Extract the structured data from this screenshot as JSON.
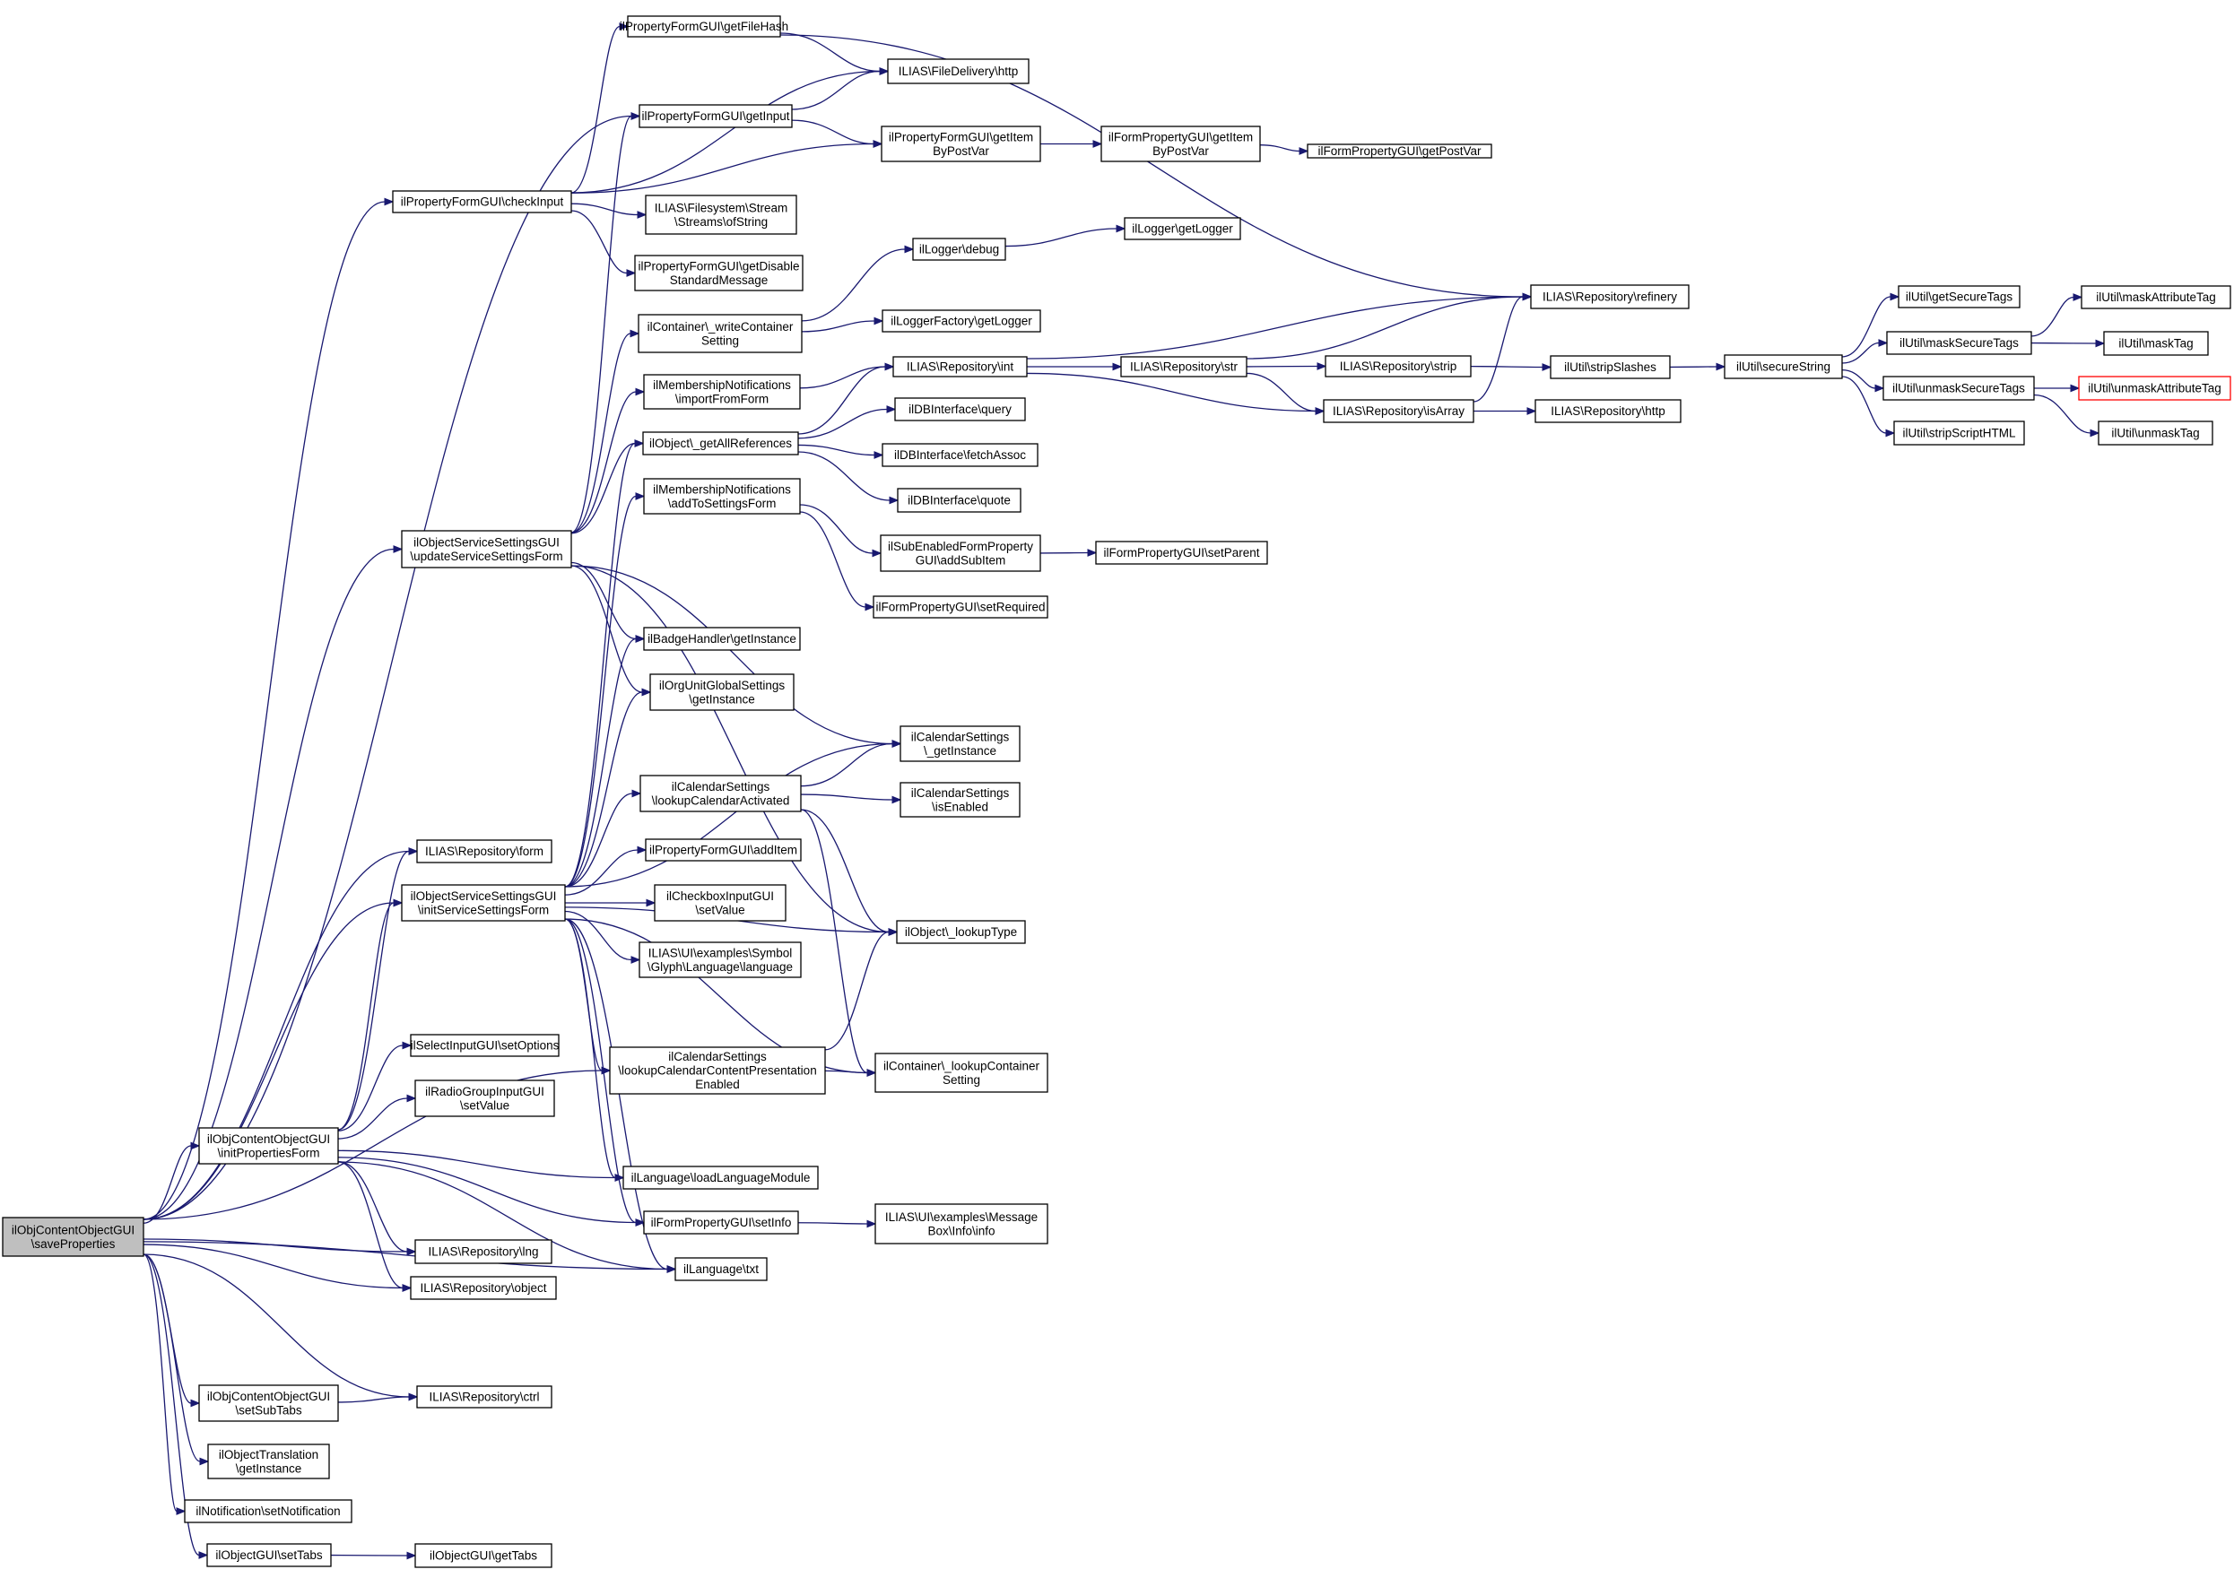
{
  "diagram": {
    "type": "call-graph",
    "root": "n_root",
    "colors": {
      "edge": "#191970",
      "root_fill": "#bfbfbf",
      "node_border": "#000000",
      "external_border": "#ff0000"
    },
    "nodes": [
      {
        "id": "n_root",
        "lines": [
          "ilObjContentObjectGUI",
          "\\saveProperties"
        ],
        "style": "root"
      },
      {
        "id": "n_pfgfh",
        "lines": [
          "ilPropertyFormGUI\\getFileHash"
        ]
      },
      {
        "id": "n_fdhttp",
        "lines": [
          "ILIAS\\FileDelivery\\http"
        ]
      },
      {
        "id": "n_pfgin",
        "lines": [
          "ilPropertyFormGUI\\getInput"
        ]
      },
      {
        "id": "n_pfgitem",
        "lines": [
          "ilPropertyFormGUI\\getItem",
          "ByPostVar"
        ]
      },
      {
        "id": "n_fpgitem",
        "lines": [
          "ilFormPropertyGUI\\getItem",
          "ByPostVar"
        ]
      },
      {
        "id": "n_fpgpv",
        "lines": [
          "ilFormPropertyGUI\\getPostVar"
        ]
      },
      {
        "id": "n_pfgchk",
        "lines": [
          "ilPropertyFormGUI\\checkInput"
        ]
      },
      {
        "id": "n_fsstream",
        "lines": [
          "ILIAS\\Filesystem\\Stream",
          "\\Streams\\ofString"
        ]
      },
      {
        "id": "n_pfgdisable",
        "lines": [
          "ilPropertyFormGUI\\getDisable",
          "StandardMessage"
        ]
      },
      {
        "id": "n_logdebug",
        "lines": [
          "ilLogger\\debug"
        ]
      },
      {
        "id": "n_loggetlog",
        "lines": [
          "ilLogger\\getLogger"
        ]
      },
      {
        "id": "n_contwrite",
        "lines": [
          "ilContainer\\_writeContainer",
          "Setting"
        ]
      },
      {
        "id": "n_logfactory",
        "lines": [
          "ilLoggerFactory\\getLogger"
        ]
      },
      {
        "id": "n_refinery",
        "lines": [
          "ILIAS\\Repository\\refinery"
        ]
      },
      {
        "id": "n_memimport",
        "lines": [
          "ilMembershipNotifications",
          "\\importFromForm"
        ]
      },
      {
        "id": "n_repoint",
        "lines": [
          "ILIAS\\Repository\\int"
        ]
      },
      {
        "id": "n_repostr",
        "lines": [
          "ILIAS\\Repository\\str"
        ]
      },
      {
        "id": "n_repostrip",
        "lines": [
          "ILIAS\\Repository\\strip"
        ]
      },
      {
        "id": "n_stripslashes",
        "lines": [
          "ilUtil\\stripSlashes"
        ]
      },
      {
        "id": "n_securestring",
        "lines": [
          "ilUtil\\secureString"
        ]
      },
      {
        "id": "n_getsecuretags",
        "lines": [
          "ilUtil\\getSecureTags"
        ]
      },
      {
        "id": "n_masksecuretags",
        "lines": [
          "ilUtil\\maskSecureTags"
        ]
      },
      {
        "id": "n_maskattr",
        "lines": [
          "ilUtil\\maskAttributeTag"
        ]
      },
      {
        "id": "n_masktag",
        "lines": [
          "ilUtil\\maskTag"
        ]
      },
      {
        "id": "n_unmasksecure",
        "lines": [
          "ilUtil\\unmaskSecureTags"
        ]
      },
      {
        "id": "n_unmaskattr",
        "lines": [
          "ilUtil\\unmaskAttributeTag"
        ],
        "style": "external"
      },
      {
        "id": "n_unmasktag",
        "lines": [
          "ilUtil\\unmaskTag"
        ]
      },
      {
        "id": "n_stripscript",
        "lines": [
          "ilUtil\\stripScriptHTML"
        ]
      },
      {
        "id": "n_objallrefs",
        "lines": [
          "ilObject\\_getAllReferences"
        ]
      },
      {
        "id": "n_dbquery",
        "lines": [
          "ilDBInterface\\query"
        ]
      },
      {
        "id": "n_repoisarray",
        "lines": [
          "ILIAS\\Repository\\isArray"
        ]
      },
      {
        "id": "n_repohttp",
        "lines": [
          "ILIAS\\Repository\\http"
        ]
      },
      {
        "id": "n_dbfetch",
        "lines": [
          "ilDBInterface\\fetchAssoc"
        ]
      },
      {
        "id": "n_dbquote",
        "lines": [
          "ilDBInterface\\quote"
        ]
      },
      {
        "id": "n_memadd",
        "lines": [
          "ilMembershipNotifications",
          "\\addToSettingsForm"
        ]
      },
      {
        "id": "n_subenabled",
        "lines": [
          "ilSubEnabledFormProperty",
          "GUI\\addSubItem"
        ]
      },
      {
        "id": "n_fpgparent",
        "lines": [
          "ilFormPropertyGUI\\setParent"
        ]
      },
      {
        "id": "n_oss_update",
        "lines": [
          "ilObjectServiceSettingsGUI",
          "\\updateServiceSettingsForm"
        ]
      },
      {
        "id": "n_fpgreq",
        "lines": [
          "ilFormPropertyGUI\\setRequired"
        ]
      },
      {
        "id": "n_badge",
        "lines": [
          "ilBadgeHandler\\getInstance"
        ]
      },
      {
        "id": "n_orgunit",
        "lines": [
          "ilOrgUnitGlobalSettings",
          "\\getInstance"
        ]
      },
      {
        "id": "n_calinst",
        "lines": [
          "ilCalendarSettings",
          "\\_getInstance"
        ]
      },
      {
        "id": "n_callookup",
        "lines": [
          "ilCalendarSettings",
          "\\lookupCalendarActivated"
        ]
      },
      {
        "id": "n_calenabled",
        "lines": [
          "ilCalendarSettings",
          "\\isEnabled"
        ]
      },
      {
        "id": "n_repoform",
        "lines": [
          "ILIAS\\Repository\\form"
        ]
      },
      {
        "id": "n_pfgadd",
        "lines": [
          "ilPropertyFormGUI\\addItem"
        ]
      },
      {
        "id": "n_oss_init",
        "lines": [
          "ilObjectServiceSettingsGUI",
          "\\initServiceSettingsForm"
        ]
      },
      {
        "id": "n_cbset",
        "lines": [
          "ilCheckboxInputGUI",
          "\\setValue"
        ]
      },
      {
        "id": "n_lookuptype",
        "lines": [
          "ilObject\\_lookupType"
        ]
      },
      {
        "id": "n_glyphlang",
        "lines": [
          "ILIAS\\UI\\examples\\Symbol",
          "\\Glyph\\Language\\language"
        ]
      },
      {
        "id": "n_selopt",
        "lines": [
          "ilSelectInputGUI\\setOptions"
        ]
      },
      {
        "id": "n_calpres",
        "lines": [
          "ilCalendarSettings",
          "\\lookupCalendarContentPresentation",
          "Enabled"
        ]
      },
      {
        "id": "n_contlookup",
        "lines": [
          "ilContainer\\_lookupContainer",
          "Setting"
        ]
      },
      {
        "id": "n_radioset",
        "lines": [
          "ilRadioGroupInputGUI",
          "\\setValue"
        ]
      },
      {
        "id": "n_initprops",
        "lines": [
          "ilObjContentObjectGUI",
          "\\initPropertiesForm"
        ]
      },
      {
        "id": "n_loadlang",
        "lines": [
          "ilLanguage\\loadLanguageModule"
        ]
      },
      {
        "id": "n_fpginfo",
        "lines": [
          "ilFormPropertyGUI\\setInfo"
        ]
      },
      {
        "id": "n_msginfo",
        "lines": [
          "ILIAS\\UI\\examples\\Message",
          "Box\\Info\\info"
        ]
      },
      {
        "id": "n_repolng",
        "lines": [
          "ILIAS\\Repository\\lng"
        ]
      },
      {
        "id": "n_langtxt",
        "lines": [
          "ilLanguage\\txt"
        ]
      },
      {
        "id": "n_repoobj",
        "lines": [
          "ILIAS\\Repository\\object"
        ]
      },
      {
        "id": "n_subtabs",
        "lines": [
          "ilObjContentObjectGUI",
          "\\setSubTabs"
        ]
      },
      {
        "id": "n_repoctrl",
        "lines": [
          "ILIAS\\Repository\\ctrl"
        ]
      },
      {
        "id": "n_objtrans",
        "lines": [
          "ilObjectTranslation",
          "\\getInstance"
        ]
      },
      {
        "id": "n_notif",
        "lines": [
          "ilNotification\\setNotification"
        ]
      },
      {
        "id": "n_settabs",
        "lines": [
          "ilObjectGUI\\setTabs"
        ]
      },
      {
        "id": "n_gettabs",
        "lines": [
          "ilObjectGUI\\getTabs"
        ]
      }
    ],
    "edges": [
      [
        "n_root",
        "n_pfgin"
      ],
      [
        "n_root",
        "n_pfgchk"
      ],
      [
        "n_root",
        "n_oss_update"
      ],
      [
        "n_root",
        "n_repoform"
      ],
      [
        "n_root",
        "n_oss_init"
      ],
      [
        "n_root",
        "n_initprops"
      ],
      [
        "n_root",
        "n_calpres"
      ],
      [
        "n_root",
        "n_repolng"
      ],
      [
        "n_root",
        "n_repoobj"
      ],
      [
        "n_root",
        "n_langtxt"
      ],
      [
        "n_root",
        "n_repoctrl"
      ],
      [
        "n_root",
        "n_subtabs"
      ],
      [
        "n_root",
        "n_objtrans"
      ],
      [
        "n_root",
        "n_notif"
      ],
      [
        "n_root",
        "n_settabs"
      ],
      [
        "n_pfgchk",
        "n_pfgfh"
      ],
      [
        "n_pfgchk",
        "n_fdhttp"
      ],
      [
        "n_pfgchk",
        "n_pfgitem"
      ],
      [
        "n_pfgchk",
        "n_fsstream"
      ],
      [
        "n_pfgchk",
        "n_pfgdisable"
      ],
      [
        "n_pfgfh",
        "n_fdhttp"
      ],
      [
        "n_pfgfh",
        "n_refinery"
      ],
      [
        "n_pfgin",
        "n_fdhttp"
      ],
      [
        "n_pfgin",
        "n_pfgitem"
      ],
      [
        "n_pfgitem",
        "n_fpgitem"
      ],
      [
        "n_fpgitem",
        "n_fpgpv"
      ],
      [
        "n_logdebug",
        "n_loggetlog"
      ],
      [
        "n_contwrite",
        "n_logdebug"
      ],
      [
        "n_contwrite",
        "n_logfactory"
      ],
      [
        "n_memimport",
        "n_repoint"
      ],
      [
        "n_repoint",
        "n_refinery"
      ],
      [
        "n_repoint",
        "n_repostr"
      ],
      [
        "n_repoint",
        "n_repoisarray"
      ],
      [
        "n_repostr",
        "n_refinery"
      ],
      [
        "n_repostr",
        "n_repostrip"
      ],
      [
        "n_repostr",
        "n_repoisarray"
      ],
      [
        "n_repostrip",
        "n_stripslashes"
      ],
      [
        "n_stripslashes",
        "n_securestring"
      ],
      [
        "n_securestring",
        "n_getsecuretags"
      ],
      [
        "n_securestring",
        "n_masksecuretags"
      ],
      [
        "n_securestring",
        "n_unmasksecure"
      ],
      [
        "n_securestring",
        "n_stripscript"
      ],
      [
        "n_masksecuretags",
        "n_maskattr"
      ],
      [
        "n_masksecuretags",
        "n_masktag"
      ],
      [
        "n_unmasksecure",
        "n_unmaskattr"
      ],
      [
        "n_unmasksecure",
        "n_unmasktag"
      ],
      [
        "n_repoisarray",
        "n_refinery"
      ],
      [
        "n_repoisarray",
        "n_repohttp"
      ],
      [
        "n_objallrefs",
        "n_repoint"
      ],
      [
        "n_objallrefs",
        "n_dbquery"
      ],
      [
        "n_objallrefs",
        "n_dbfetch"
      ],
      [
        "n_objallrefs",
        "n_dbquote"
      ],
      [
        "n_memadd",
        "n_subenabled"
      ],
      [
        "n_memadd",
        "n_fpgreq"
      ],
      [
        "n_subenabled",
        "n_fpgparent"
      ],
      [
        "n_oss_update",
        "n_pfgin"
      ],
      [
        "n_oss_update",
        "n_contwrite"
      ],
      [
        "n_oss_update",
        "n_memimport"
      ],
      [
        "n_oss_update",
        "n_objallrefs"
      ],
      [
        "n_oss_update",
        "n_calinst"
      ],
      [
        "n_oss_update",
        "n_badge"
      ],
      [
        "n_oss_update",
        "n_orgunit"
      ],
      [
        "n_oss_update",
        "n_lookuptype"
      ],
      [
        "n_callookup",
        "n_calinst"
      ],
      [
        "n_callookup",
        "n_calenabled"
      ],
      [
        "n_callookup",
        "n_lookuptype"
      ],
      [
        "n_callookup",
        "n_contlookup"
      ],
      [
        "n_oss_init",
        "n_objallrefs"
      ],
      [
        "n_oss_init",
        "n_memadd"
      ],
      [
        "n_oss_init",
        "n_badge"
      ],
      [
        "n_oss_init",
        "n_orgunit"
      ],
      [
        "n_oss_init",
        "n_calinst"
      ],
      [
        "n_oss_init",
        "n_callookup"
      ],
      [
        "n_oss_init",
        "n_pfgadd"
      ],
      [
        "n_oss_init",
        "n_cbset"
      ],
      [
        "n_oss_init",
        "n_glyphlang"
      ],
      [
        "n_oss_init",
        "n_lookuptype"
      ],
      [
        "n_oss_init",
        "n_calpres"
      ],
      [
        "n_oss_init",
        "n_loadlang"
      ],
      [
        "n_oss_init",
        "n_fpginfo"
      ],
      [
        "n_oss_init",
        "n_langtxt"
      ],
      [
        "n_oss_init",
        "n_contlookup"
      ],
      [
        "n_calpres",
        "n_lookuptype"
      ],
      [
        "n_calpres",
        "n_contlookup"
      ],
      [
        "n_initprops",
        "n_repoform"
      ],
      [
        "n_initprops",
        "n_oss_init"
      ],
      [
        "n_initprops",
        "n_selopt"
      ],
      [
        "n_initprops",
        "n_radioset"
      ],
      [
        "n_initprops",
        "n_loadlang"
      ],
      [
        "n_initprops",
        "n_fpginfo"
      ],
      [
        "n_initprops",
        "n_repolng"
      ],
      [
        "n_initprops",
        "n_repoobj"
      ],
      [
        "n_initprops",
        "n_langtxt"
      ],
      [
        "n_fpginfo",
        "n_msginfo"
      ],
      [
        "n_subtabs",
        "n_repoctrl"
      ],
      [
        "n_settabs",
        "n_gettabs"
      ]
    ]
  }
}
